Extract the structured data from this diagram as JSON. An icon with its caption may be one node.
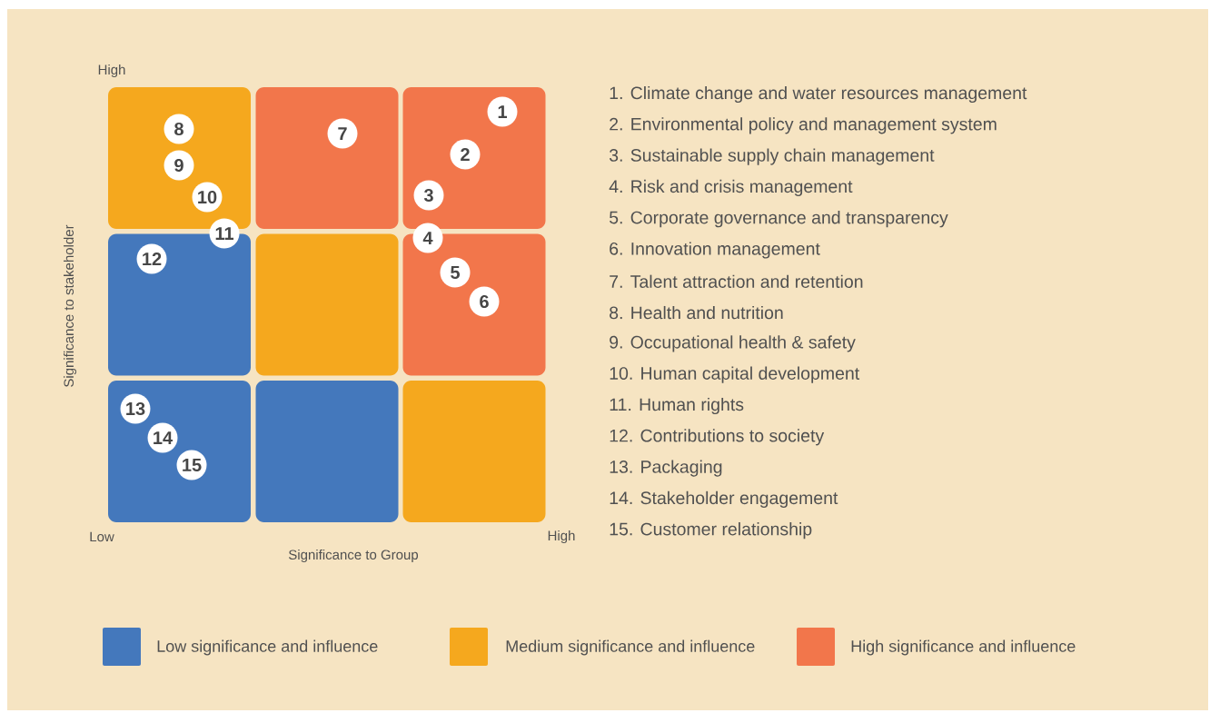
{
  "diagram": {
    "nodes": [
      {
        "text": [],
        "shape": "box"
      },
      {
        "text": [],
        "shape": "box"
      },
      {
        "text": [],
        "shape": "box"
      },
      {
        "text": [],
        "shape": "box"
      },
      {
        "text": [],
        "shape": "box"
      },
      {
        "text": [],
        "shape": "box"
      },
      {
        "text": [],
        "shape": "box"
      },
      {
        "text": [],
        "shape": "box"
      },
      {
        "text": [],
        "shape": "box"
      },
      {
        "text": [
          "1"
        ],
        "in": 2
      },
      {
        "text": [
          "2"
        ],
        "in": 2
      },
      {
        "text": [
          "3"
        ],
        "in": 2
      },
      {
        "text": [
          "4"
        ]
      },
      {
        "text": [
          "5"
        ],
        "in": 5
      },
      {
        "text": [
          "6"
        ],
        "in": 5
      },
      {
        "text": [
          "7"
        ],
        "in": 1
      },
      {
        "text": [
          "8"
        ],
        "in": 0
      },
      {
        "text": [
          "9"
        ],
        "in": 0
      },
      {
        "text": [
          "10"
        ],
        "in": 0
      },
      {
        "text": [
          "11"
        ]
      },
      {
        "text": [
          "12"
        ],
        "in": 3
      },
      {
        "text": [
          "13"
        ],
        "in": 6
      },
      {
        "text": [
          "14"
        ],
        "in": 6
      },
      {
        "text": [
          "15"
        ],
        "in": 6
      }
    ],
    "labels": [
      "High",
      "Significance to stakeholder",
      "Low",
      "Significance to Group",
      "High",
      "1. Climate change and water resources management",
      "2. Environmental policy and management system",
      "3. Sustainable supply chain management",
      "4. Risk and crisis management",
      "5. Corporate governance and transparency",
      "6. Innovation management",
      "7. Talent attraction and retention",
      "8. Health and nutrition",
      "9. Occupational health & safety",
      "10. Human capital development",
      "11. Human rights",
      "12. Contributions to society",
      "13. Packaging",
      "14. Stakeholder engagement",
      "15. Customer relationship"
    ],
    "legend": [
      {
        "text": "Low significance and influence",
        "color": "#4478bc"
      },
      {
        "text": "Medium significance and influence",
        "color": "#f5a81e"
      },
      {
        "text": "High significance and influence",
        "color": "#f2764b"
      }
    ]
  }
}
